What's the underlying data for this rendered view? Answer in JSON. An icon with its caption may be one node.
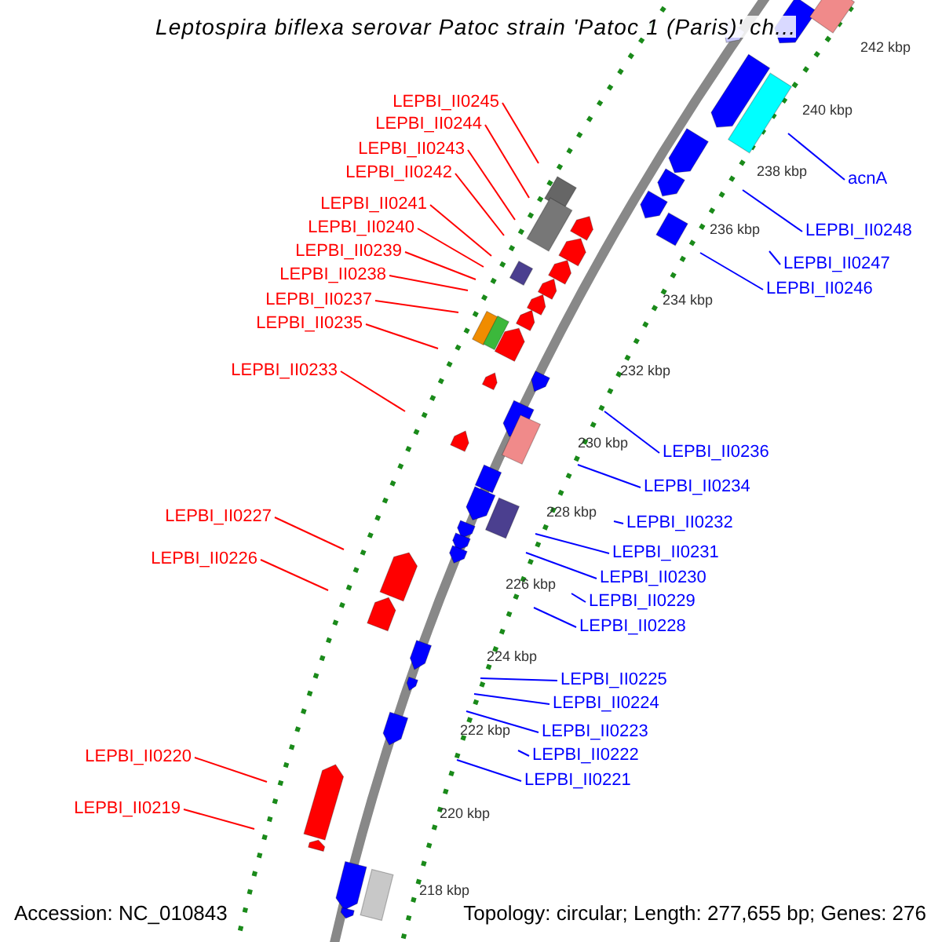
{
  "diagram": {
    "title": "Leptospira biflexa serovar Patoc strain 'Patoc 1 (Paris)' ch...",
    "nodes": [
      {
        "text": [
          "LEPBI_II0245"
        ]
      },
      {
        "text": [
          "LEPBI_II0244"
        ]
      },
      {
        "text": [
          "LEPBI_II0243"
        ]
      },
      {
        "text": [
          "LEPBI_II0242"
        ]
      },
      {
        "text": [
          "LEPBI_II0241"
        ]
      },
      {
        "text": [
          "LEPBI_II0240"
        ]
      },
      {
        "text": [
          "LEPBI_II0239"
        ]
      },
      {
        "text": [
          "LEPBI_II0238"
        ]
      },
      {
        "text": [
          "LEPBI_II0237"
        ]
      },
      {
        "text": [
          "LEPBI_II0235"
        ]
      },
      {
        "text": [
          "LEPBI_II0233"
        ]
      },
      {
        "text": [
          "LEPBI_II0227"
        ]
      },
      {
        "text": [
          "LEPBI_II0226"
        ]
      },
      {
        "text": [
          "LEPBI_II0220"
        ]
      },
      {
        "text": [
          "LEPBI_II0219"
        ]
      },
      {
        "text": [
          "acnA"
        ]
      },
      {
        "text": [
          "LEPBI_II0248"
        ]
      },
      {
        "text": [
          "LEPBI_II0247"
        ]
      },
      {
        "text": [
          "LEPBI_II0246"
        ]
      },
      {
        "text": [
          "LEPBI_II0236"
        ]
      },
      {
        "text": [
          "LEPBI_II0234"
        ]
      },
      {
        "text": [
          "LEPBI_II0232"
        ]
      },
      {
        "text": [
          "LEPBI_II0231"
        ]
      },
      {
        "text": [
          "LEPBI_II0230"
        ]
      },
      {
        "text": [
          "LEPBI_II0229"
        ]
      },
      {
        "text": [
          "LEPBI_II0228"
        ]
      },
      {
        "text": [
          "LEPBI_II0225"
        ]
      },
      {
        "text": [
          "LEPBI_II0224"
        ]
      },
      {
        "text": [
          "LEPBI_II0223"
        ]
      },
      {
        "text": [
          "LEPBI_II0222"
        ]
      },
      {
        "text": [
          "LEPBI_II0221"
        ]
      }
    ],
    "edges": [
      {
        "from": 0,
        "to": null,
        "arrow": "none",
        "color": "#ff0000"
      },
      {
        "from": 1,
        "to": null,
        "arrow": "none",
        "color": "#ff0000"
      },
      {
        "from": 2,
        "to": null,
        "arrow": "none",
        "color": "#ff0000"
      },
      {
        "from": 3,
        "to": null,
        "arrow": "none",
        "color": "#ff0000"
      },
      {
        "from": 4,
        "to": null,
        "arrow": "none",
        "color": "#ff0000"
      },
      {
        "from": 5,
        "to": null,
        "arrow": "none",
        "color": "#ff0000"
      },
      {
        "from": 6,
        "to": null,
        "arrow": "none",
        "color": "#ff0000"
      },
      {
        "from": 7,
        "to": null,
        "arrow": "none",
        "color": "#ff0000"
      },
      {
        "from": 8,
        "to": null,
        "arrow": "none",
        "color": "#ff0000"
      },
      {
        "from": 9,
        "to": null,
        "arrow": "none",
        "color": "#ff0000"
      },
      {
        "from": 10,
        "to": null,
        "arrow": "none",
        "color": "#ff0000"
      },
      {
        "from": 11,
        "to": null,
        "arrow": "none",
        "color": "#ff0000"
      },
      {
        "from": 12,
        "to": null,
        "arrow": "none",
        "color": "#ff0000"
      },
      {
        "from": 13,
        "to": null,
        "arrow": "none",
        "color": "#ff0000"
      },
      {
        "from": 14,
        "to": null,
        "arrow": "none",
        "color": "#ff0000"
      },
      {
        "from": 15,
        "to": null,
        "arrow": "none"
      },
      {
        "from": 16,
        "to": null,
        "arrow": "none"
      },
      {
        "from": 17,
        "to": null,
        "arrow": "none"
      },
      {
        "from": 18,
        "to": null,
        "arrow": "none"
      },
      {
        "from": 19,
        "to": null,
        "arrow": "none"
      },
      {
        "from": 20,
        "to": null,
        "arrow": "none"
      },
      {
        "from": 21,
        "to": null,
        "arrow": "none"
      },
      {
        "from": 22,
        "to": null,
        "arrow": "none"
      },
      {
        "from": 23,
        "to": null,
        "arrow": "none"
      },
      {
        "from": 24,
        "to": null,
        "arrow": "none"
      },
      {
        "from": 25,
        "to": null,
        "arrow": "none"
      },
      {
        "from": 26,
        "to": null,
        "arrow": "none"
      },
      {
        "from": 27,
        "to": null,
        "arrow": "none"
      },
      {
        "from": 28,
        "to": null,
        "arrow": "none"
      },
      {
        "from": 29,
        "to": null,
        "arrow": "none"
      },
      {
        "from": 30,
        "to": null,
        "arrow": "none"
      }
    ],
    "labels": [
      "242 kbp",
      "240 kbp",
      "238 kbp",
      "236 kbp",
      "234 kbp",
      "232 kbp",
      "230 kbp",
      "228 kbp",
      "226 kbp",
      "224 kbp",
      "222 kbp",
      "220 kbp",
      "218 kbp",
      "Accession: NC_010843",
      "Topology: circular; Length: 277,655 bp; Genes: 276"
    ]
  }
}
